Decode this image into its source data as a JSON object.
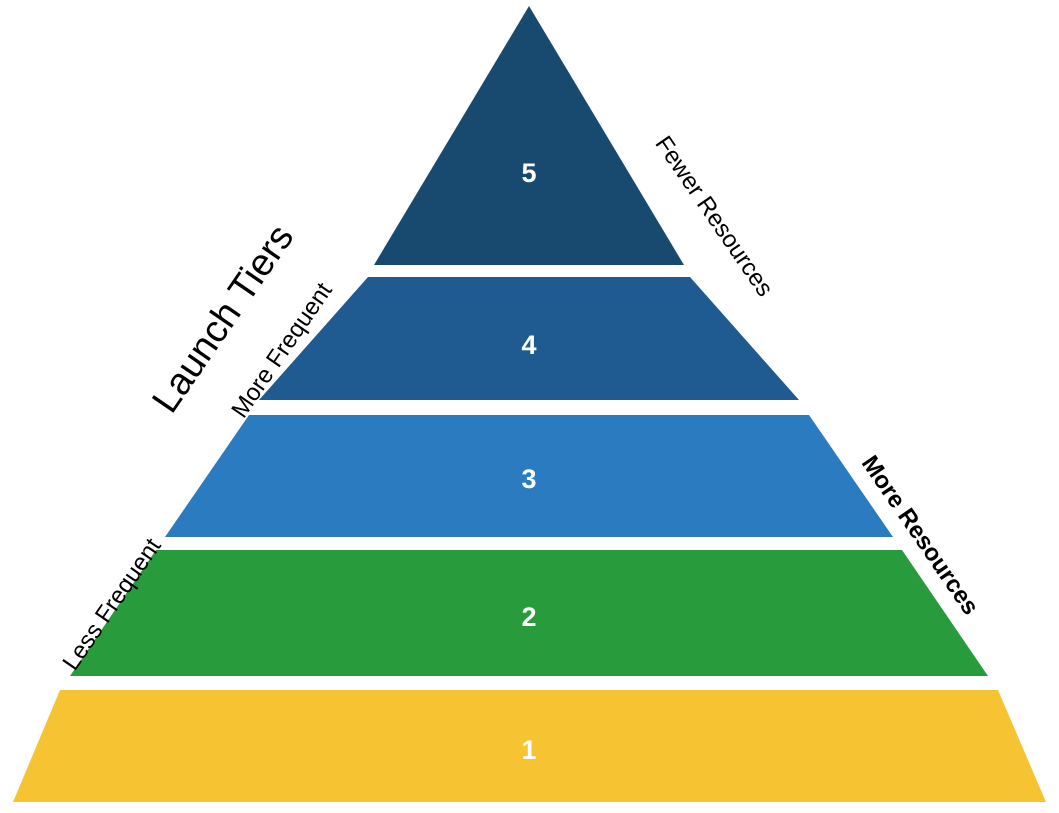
{
  "diagram": {
    "title": "Launch Tiers",
    "type": "pyramid",
    "background_color": "#ffffff",
    "label_color": "#000000",
    "number_color": "#ffffff",
    "tiers": [
      {
        "number": "5",
        "color": "#174A6E",
        "level": 5,
        "position": "top"
      },
      {
        "number": "4",
        "color": "#1F5B91",
        "level": 4,
        "position": "upper-middle"
      },
      {
        "number": "3",
        "color": "#2B7BC0",
        "level": 3,
        "position": "middle"
      },
      {
        "number": "2",
        "color": "#289B3C",
        "level": 2,
        "position": "lower-middle"
      },
      {
        "number": "1",
        "color": "#F6C433",
        "level": 1,
        "position": "bottom"
      }
    ],
    "side_labels": {
      "left_top": "Launch Tiers",
      "left_upper": "More Frequent",
      "left_lower": "Less Frequent",
      "right_upper": "Fewer Resources",
      "right_lower": "More Resources"
    }
  },
  "chart_data": {
    "type": "pie",
    "title": "Launch Tiers",
    "categories": [
      "1",
      "2",
      "3",
      "4",
      "5"
    ],
    "values": [
      5,
      4,
      3,
      2,
      1
    ],
    "colors": [
      "#F6C433",
      "#289B3C",
      "#2B7BC0",
      "#1F5B91",
      "#174A6E"
    ],
    "xlabel": "",
    "ylabel": "",
    "annotations": [
      "Launch Tiers",
      "More Frequent",
      "Less Frequent",
      "Fewer Resources",
      "More Resources"
    ]
  }
}
